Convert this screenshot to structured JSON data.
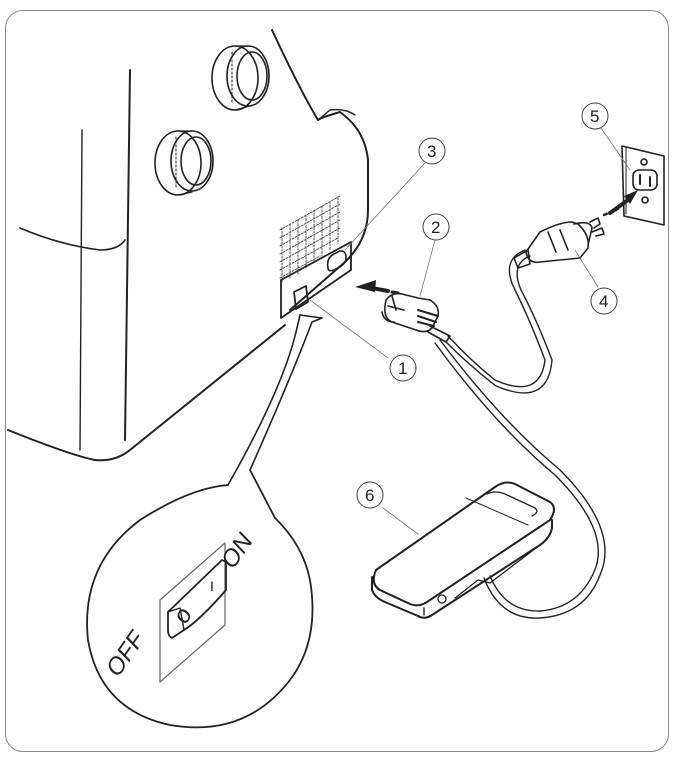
{
  "figure": {
    "type": "instruction-diagram",
    "subject": "Connecting the sewing machine to the power supply"
  },
  "callouts": [
    {
      "number": "1",
      "symbol": "①",
      "target": "power-switch"
    },
    {
      "number": "2",
      "symbol": "②",
      "target": "machine-plug"
    },
    {
      "number": "3",
      "symbol": "③",
      "target": "machine-socket"
    },
    {
      "number": "4",
      "symbol": "④",
      "target": "power-supply-plug"
    },
    {
      "number": "5",
      "symbol": "⑤",
      "target": "wall-outlet"
    },
    {
      "number": "6",
      "symbol": "⑥",
      "target": "foot-control"
    }
  ],
  "switch_detail": {
    "off_label": "OFF",
    "on_label": "ON",
    "off_symbol": "o",
    "on_symbol": "I"
  },
  "colors": {
    "line": "#222222",
    "leader": "#666666",
    "frame": "#8a8a8a",
    "grille": "#555555"
  }
}
